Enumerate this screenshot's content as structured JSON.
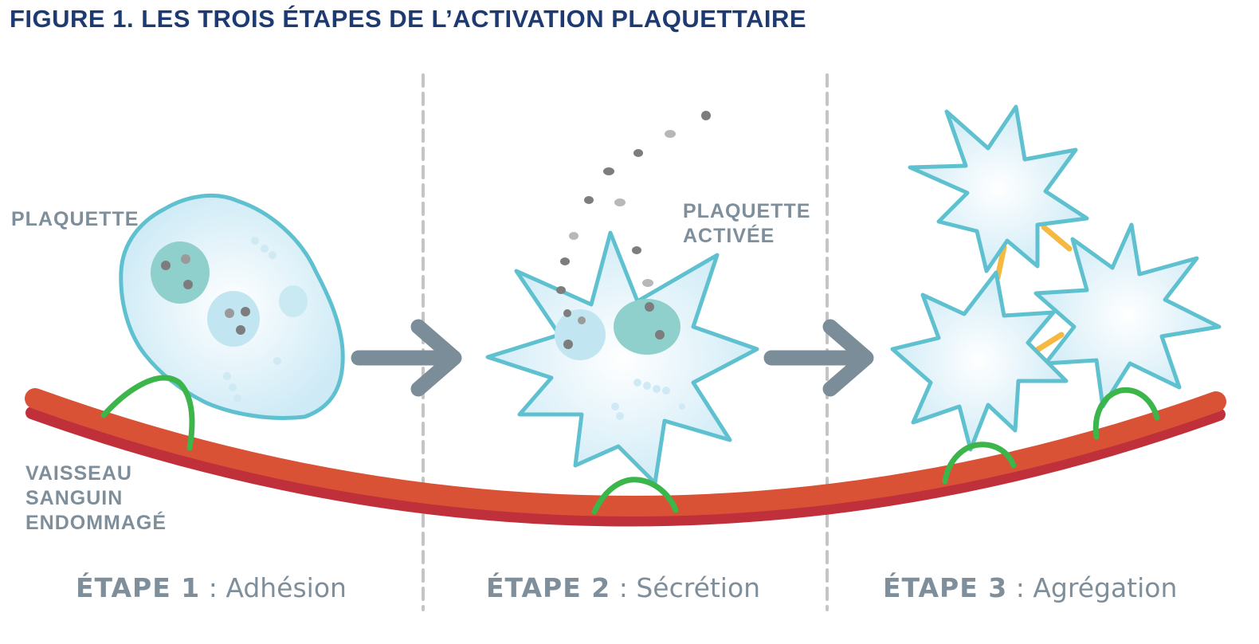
{
  "title": "FIGURE 1. LES TROIS ÉTAPES DE L’ACTIVATION PLAQUETTAIRE",
  "labels": {
    "platelet": "PLAQUETTE",
    "activated_line1": "PLAQUETTE",
    "activated_line2": "ACTIVÉE",
    "vessel_line1": "VAISSEAU",
    "vessel_line2": "SANGUIN",
    "vessel_line3": "ENDOMMAGÉ"
  },
  "steps": [
    {
      "number": "ÉTAPE 1",
      "separator": " : ",
      "name": "Adhésion"
    },
    {
      "number": "ÉTAPE 2",
      "separator": " : ",
      "name": "Sécrétion"
    },
    {
      "number": "ÉTAPE 3",
      "separator": " : ",
      "name": "Agrégation"
    }
  ],
  "colors": {
    "title": "#1d3b72",
    "label": "#7e8f9b",
    "vessel": "#d95236",
    "vessel_shadow": "#c0303a",
    "platelet_outline": "#5fc1cf",
    "platelet_fill": "#dff1f9",
    "receptor": "#3cb54a",
    "bridge": "#f5b942",
    "arrow": "#7b8d99",
    "divider": "#c4c4c4",
    "granule": "#7d7d7d"
  }
}
